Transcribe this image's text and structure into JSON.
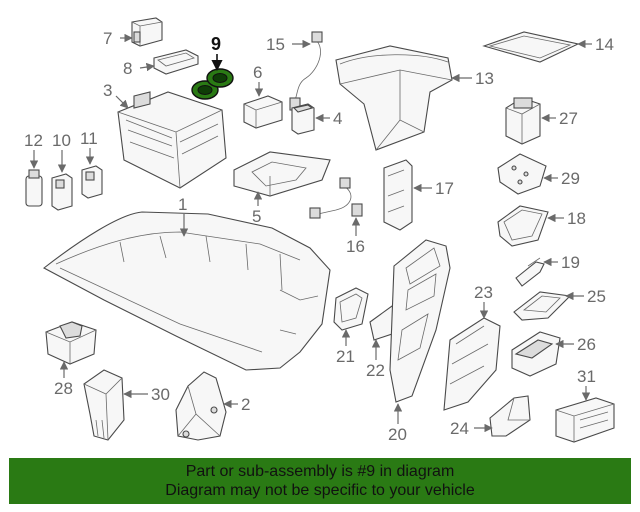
{
  "diagram": {
    "highlight_color": "#2a7a14",
    "callouts": {
      "n1": "1",
      "n2": "2",
      "n3": "3",
      "n4": "4",
      "n5": "5",
      "n6": "6",
      "n7": "7",
      "n8": "8",
      "n9": "9",
      "n10": "10",
      "n11": "11",
      "n12": "12",
      "n13": "13",
      "n14": "14",
      "n15": "15",
      "n16": "16",
      "n17": "17",
      "n18": "18",
      "n19": "19",
      "n20": "20",
      "n21": "21",
      "n22": "22",
      "n23": "23",
      "n24": "24",
      "n25": "25",
      "n26": "26",
      "n27": "27",
      "n28": "28",
      "n29": "29",
      "n30": "30",
      "n31": "31"
    }
  },
  "banner": {
    "line1": "Part or sub-assembly is #9 in diagram",
    "line2": "Diagram may not be specific to your vehicle",
    "background": "#2a7a14"
  }
}
